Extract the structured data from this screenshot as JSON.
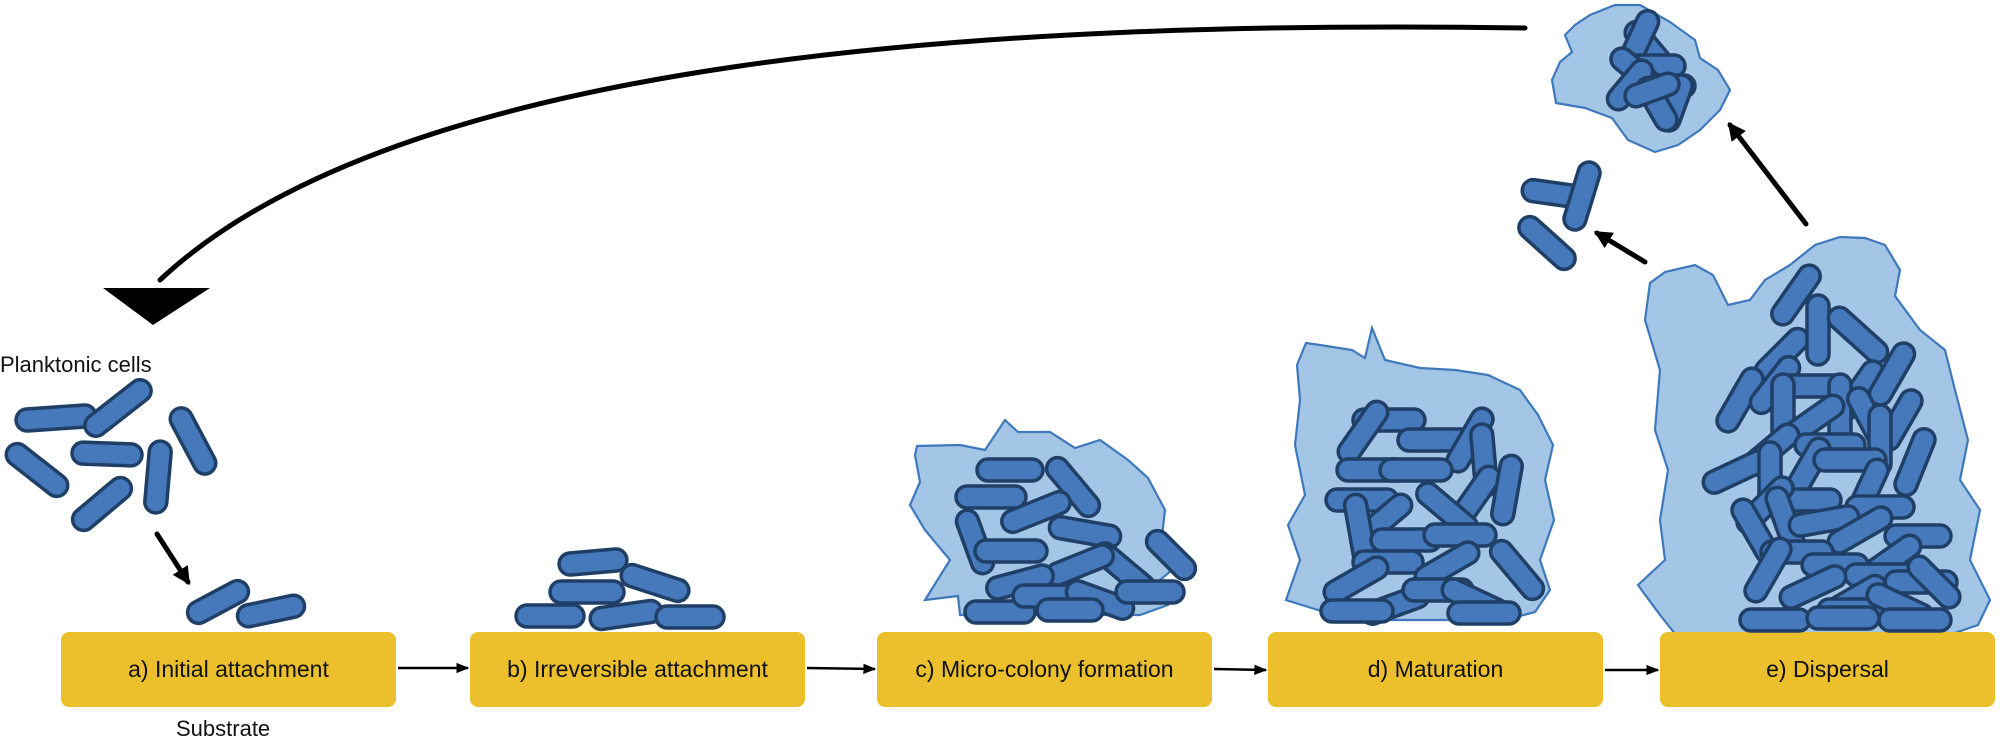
{
  "free_labels": {
    "planktonic": "Planktonic cells",
    "substrate": "Substrate"
  },
  "stages": [
    {
      "label": "a) Initial attachment"
    },
    {
      "label": "b) Irreversible attachment"
    },
    {
      "label": "c) Micro-colony formation"
    },
    {
      "label": "d) Maturation"
    },
    {
      "label": "e) Dispersal"
    }
  ],
  "colors": {
    "stage_box": "#EBC02C",
    "cell_fill": "#4679BC",
    "cell_outline": "#1F3F66",
    "matrix_fill": "#A4C6E6",
    "matrix_outline": "#3F78BB"
  }
}
